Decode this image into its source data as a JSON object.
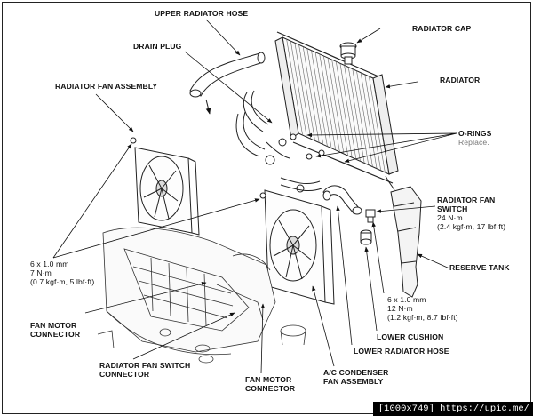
{
  "labels": {
    "upper_radiator_hose": "UPPER RADIATOR HOSE",
    "drain_plug": "DRAIN PLUG",
    "radiator_fan_assembly": "RADIATOR FAN ASSEMBLY",
    "radiator_cap": "RADIATOR CAP",
    "radiator": "RADIATOR",
    "o_rings": "O-RINGS",
    "o_rings_note": "Replace.",
    "radiator_fan_switch_1": "RADIATOR FAN",
    "radiator_fan_switch_2": "SWITCH",
    "fan_switch_torque_1": "24 N·m",
    "fan_switch_torque_2": "(2.4 kgf·m, 17 lbf·ft)",
    "reserve_tank": "RESERVE TANK",
    "bolt_left_1": "6 x 1.0 mm",
    "bolt_left_2": "7 N·m",
    "bolt_left_3": "(0.7 kgf·m, 5 lbf·ft)",
    "bolt_right_1": "6 x 1.0 mm",
    "bolt_right_2": "12 N·m",
    "bolt_right_3": "(1.2 kgf·m, 8.7 lbf·ft)",
    "fan_motor_connector_left_1": "FAN MOTOR",
    "fan_motor_connector_left_2": "CONNECTOR",
    "lower_cushion": "LOWER CUSHION",
    "lower_radiator_hose": "LOWER RADIATOR HOSE",
    "radiator_fan_switch_connector_1": "RADIATOR FAN SWITCH",
    "radiator_fan_switch_connector_2": "CONNECTOR",
    "fan_motor_connector_bottom_1": "FAN MOTOR",
    "fan_motor_connector_bottom_2": "CONNECTOR",
    "ac_condenser_fan_1": "A/C CONDENSER",
    "ac_condenser_fan_2": "FAN ASSEMBLY"
  },
  "watermark": "[1000x749] https://upic.me/"
}
